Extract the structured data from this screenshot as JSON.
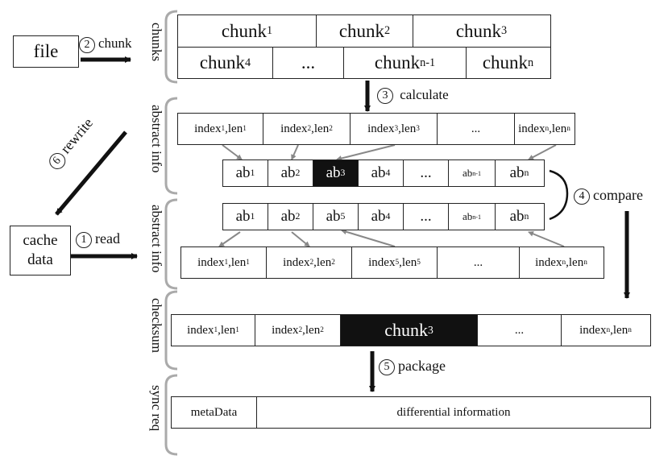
{
  "file": "file",
  "cache": [
    "cache",
    "data"
  ],
  "steps": {
    "s1": {
      "num": "1",
      "text": "read"
    },
    "s2": {
      "num": "2",
      "text": "chunk"
    },
    "s3": {
      "num": "3",
      "text": "calculate"
    },
    "s4": {
      "num": "4",
      "text": "compare"
    },
    "s5": {
      "num": "5",
      "text": "package"
    },
    "s6": {
      "num": "6",
      "text": "rewrite"
    }
  },
  "side_labels": {
    "chunks": "chunks",
    "abstract1": "abstract info",
    "abstract2": "abstract info",
    "checksum": "checksum",
    "syncreq": "sync req"
  },
  "chunks_row1": [
    {
      "base": "chunk",
      "sub": "1"
    },
    {
      "base": "chunk",
      "sub": "2"
    },
    {
      "base": "chunk",
      "sub": "3"
    }
  ],
  "chunks_row2": [
    {
      "base": "chunk",
      "sub": "4"
    },
    {
      "base": "...",
      "sub": ""
    },
    {
      "base": "chunk",
      "sub": "n-1"
    },
    {
      "base": "chunk",
      "sub": "n"
    }
  ],
  "abstract_top": [
    {
      "a": "index",
      "as": "1",
      "b": ",len",
      "bs": "1"
    },
    {
      "a": "index",
      "as": "2",
      "b": ",len",
      "bs": "2"
    },
    {
      "a": "index",
      "as": "3",
      "b": ",len",
      "bs": "3"
    },
    {
      "a": "...",
      "as": "",
      "b": "",
      "bs": ""
    },
    {
      "a": "index",
      "as": "n",
      "b": ",len",
      "bs": "n"
    }
  ],
  "ab_top": [
    {
      "base": "ab",
      "sub": "1"
    },
    {
      "base": "ab",
      "sub": "2"
    },
    {
      "base": "ab",
      "sub": "3",
      "dark": true
    },
    {
      "base": "ab",
      "sub": "4"
    },
    {
      "base": "...",
      "sub": ""
    },
    {
      "base": "ab",
      "sub": "n-1",
      "small": true
    },
    {
      "base": "ab",
      "sub": "n"
    }
  ],
  "ab_bottom": [
    {
      "base": "ab",
      "sub": "1"
    },
    {
      "base": "ab",
      "sub": "2"
    },
    {
      "base": "ab",
      "sub": "5"
    },
    {
      "base": "ab",
      "sub": "4"
    },
    {
      "base": "...",
      "sub": ""
    },
    {
      "base": "ab",
      "sub": "n-1",
      "small": true
    },
    {
      "base": "ab",
      "sub": "n"
    }
  ],
  "abstract_bottom": [
    {
      "a": "index",
      "as": "1",
      "b": ",len",
      "bs": "1"
    },
    {
      "a": "index",
      "as": "2",
      "b": ",len",
      "bs": "2"
    },
    {
      "a": "index",
      "as": "5",
      "b": ",len",
      "bs": "5"
    },
    {
      "a": "...",
      "as": "",
      "b": "",
      "bs": ""
    },
    {
      "a": "index",
      "as": "n",
      "b": ",len",
      "bs": "n"
    }
  ],
  "checksum": [
    {
      "a": "index",
      "as": "1",
      "b": ",len",
      "bs": "1"
    },
    {
      "a": "index",
      "as": "2",
      "b": ",len",
      "bs": "2"
    },
    {
      "a": "chunk",
      "as": "3",
      "b": "",
      "bs": "",
      "dark": true
    },
    {
      "a": "...",
      "as": "",
      "b": "",
      "bs": ""
    },
    {
      "a": "index",
      "as": "n",
      "b": ",len",
      "bs": "n"
    }
  ],
  "syncreq": [
    "metaData",
    "differential information"
  ]
}
